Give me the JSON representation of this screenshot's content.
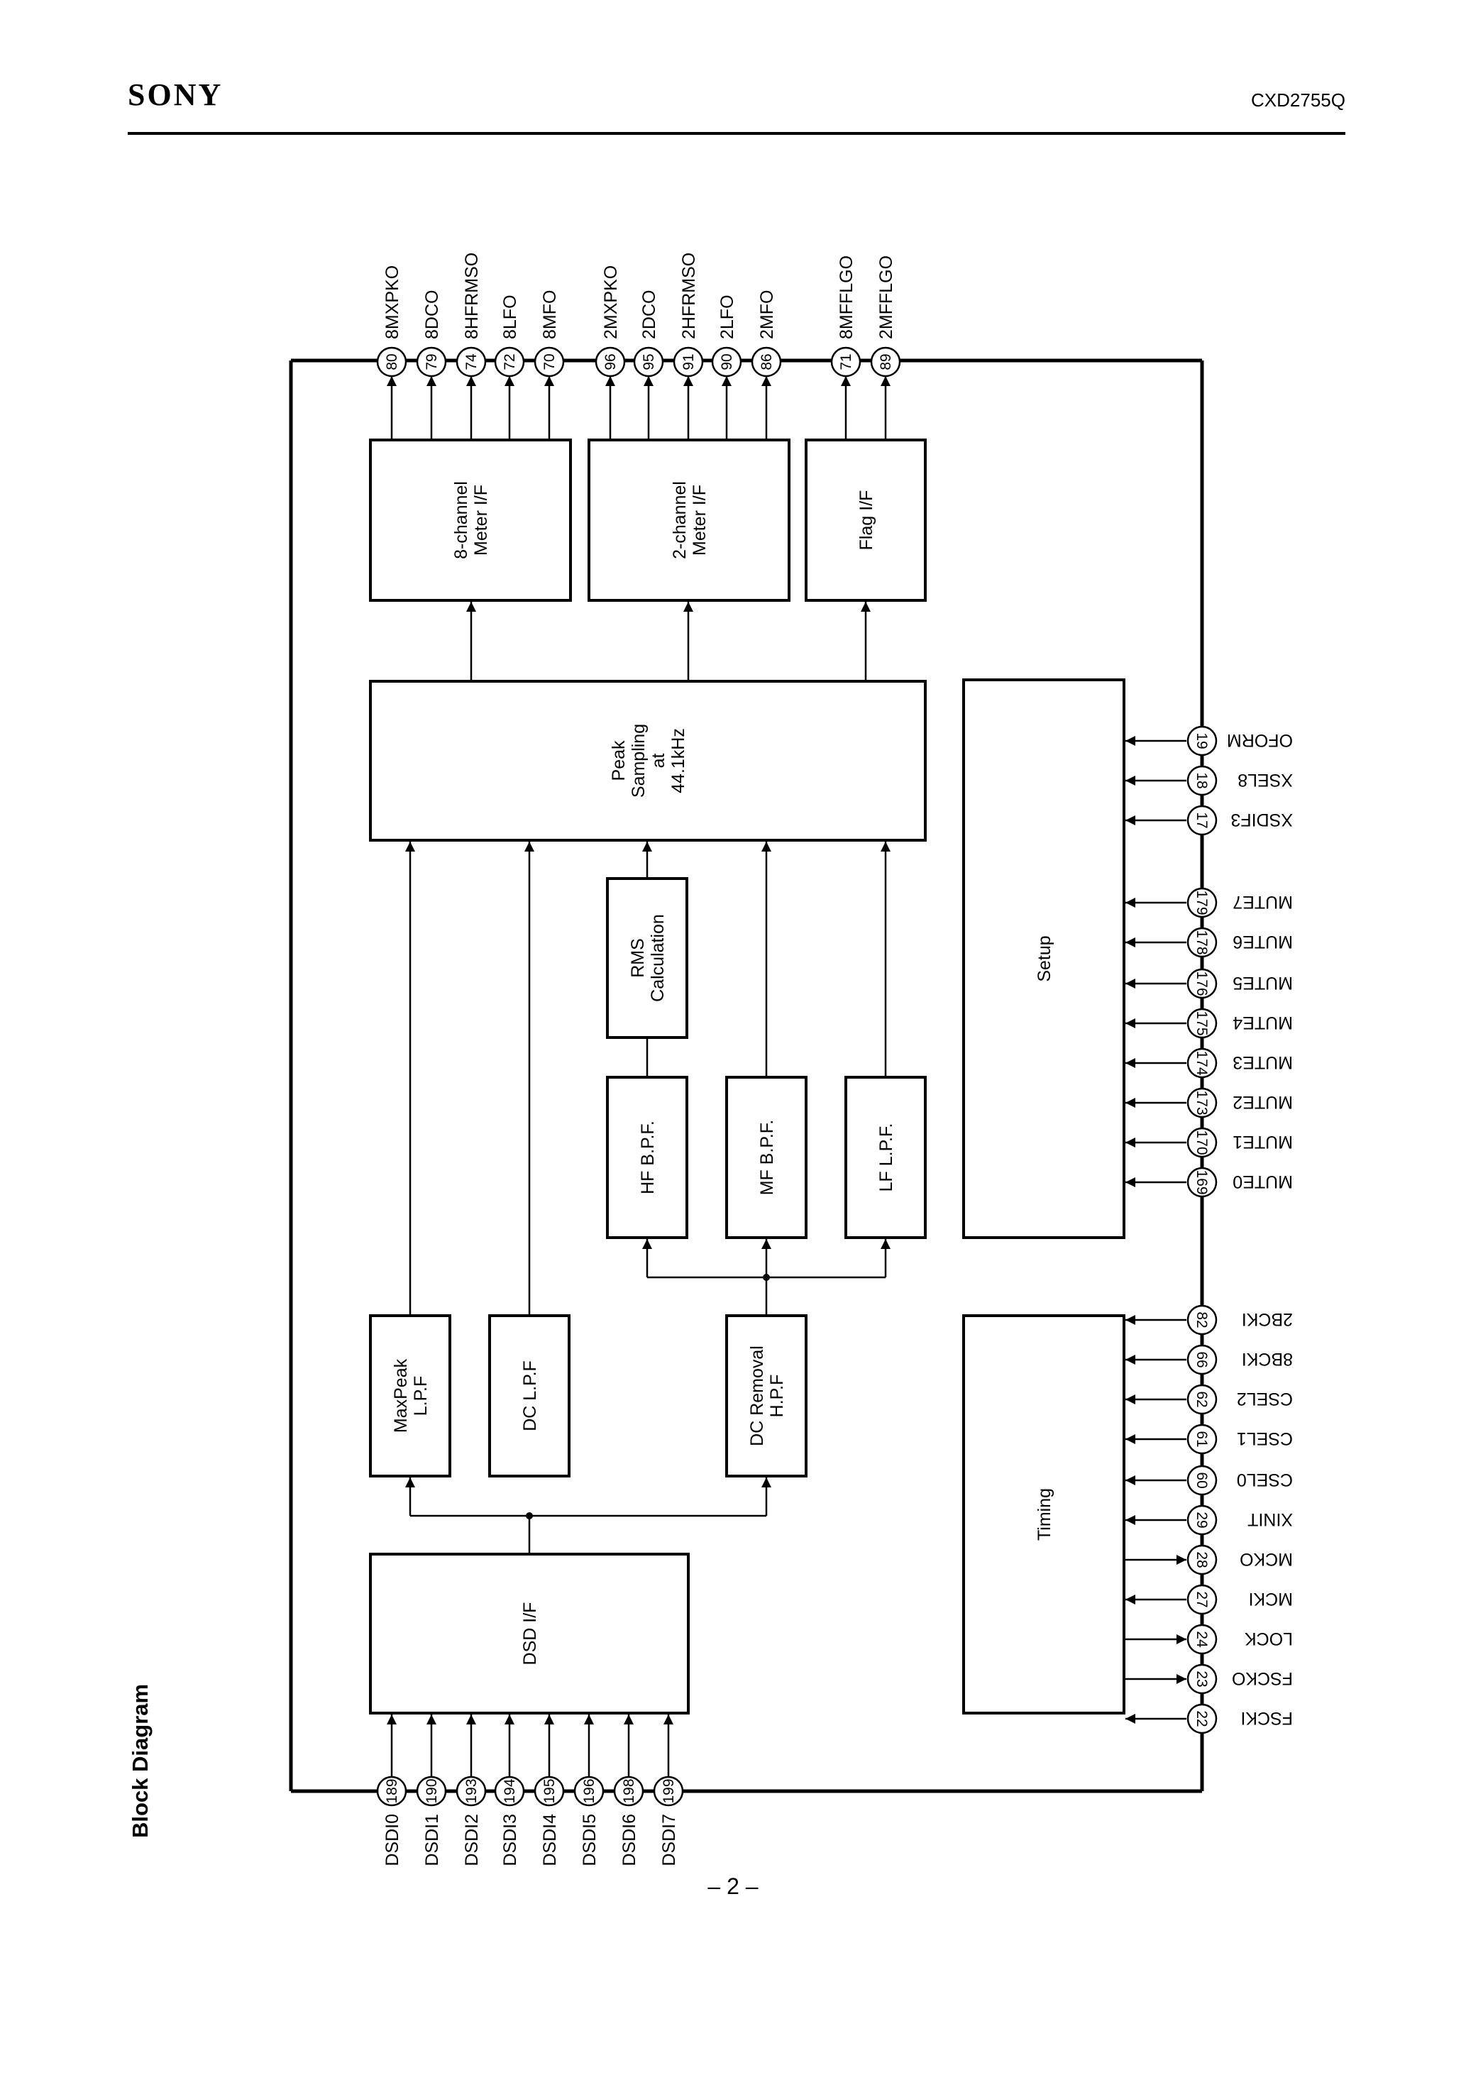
{
  "header": {
    "brand": "SONY",
    "part_number": "CXD2755Q"
  },
  "diagram_title": "Block Diagram",
  "page_number": "– 2 –",
  "blocks": {
    "meter8": [
      "8-channel",
      "Meter I/F"
    ],
    "meter2": [
      "2-channel",
      "Meter I/F"
    ],
    "flag": [
      "Flag I/F"
    ],
    "peak": [
      "Peak",
      "Sampling",
      "at",
      "44.1kHz"
    ],
    "setup": [
      "Setup"
    ],
    "rms": [
      "RMS",
      "Calculation"
    ],
    "hfbpf": [
      "HF B.P.F."
    ],
    "mfbpf": [
      "MF B.P.F."
    ],
    "lflpf": [
      "LF L.P.F."
    ],
    "maxpeak": [
      "MaxPeak",
      "L.P.F"
    ],
    "dclpf": [
      "DC L.P.F"
    ],
    "dcremoval": [
      "DC Removal",
      "H.P.F"
    ],
    "timing": [
      "Timing"
    ],
    "dsdif": [
      "DSD I/F"
    ]
  },
  "pins": {
    "top": [
      {
        "num": "80",
        "name": "8MXPKO"
      },
      {
        "num": "79",
        "name": "8DCO"
      },
      {
        "num": "74",
        "name": "8HFRMSO"
      },
      {
        "num": "72",
        "name": "8LFO"
      },
      {
        "num": "70",
        "name": "8MFO"
      },
      {
        "num": "96",
        "name": "2MXPKO"
      },
      {
        "num": "95",
        "name": "2DCO"
      },
      {
        "num": "91",
        "name": "2HFRMSO"
      },
      {
        "num": "90",
        "name": "2LFO"
      },
      {
        "num": "86",
        "name": "2MFO"
      },
      {
        "num": "71",
        "name": "8MFFLGO"
      },
      {
        "num": "89",
        "name": "2MFFLGO"
      }
    ],
    "bottom": [
      {
        "num": "189",
        "name": "DSDI0"
      },
      {
        "num": "190",
        "name": "DSDI1"
      },
      {
        "num": "193",
        "name": "DSDI2"
      },
      {
        "num": "194",
        "name": "DSDI3"
      },
      {
        "num": "195",
        "name": "DSDI4"
      },
      {
        "num": "196",
        "name": "DSDI5"
      },
      {
        "num": "198",
        "name": "DSDI6"
      },
      {
        "num": "199",
        "name": "DSDI7"
      }
    ],
    "right_setup": [
      {
        "num": "19",
        "name": "OFORM"
      },
      {
        "num": "18",
        "name": "XSEL8"
      },
      {
        "num": "17",
        "name": "XSDIF3"
      },
      {
        "num": "179",
        "name": "MUTE7"
      },
      {
        "num": "178",
        "name": "MUTE6"
      },
      {
        "num": "176",
        "name": "MUTE5"
      },
      {
        "num": "175",
        "name": "MUTE4"
      },
      {
        "num": "174",
        "name": "MUTE3"
      },
      {
        "num": "173",
        "name": "MUTE2"
      },
      {
        "num": "170",
        "name": "MUTE1"
      },
      {
        "num": "169",
        "name": "MUTE0"
      }
    ],
    "right_timing": [
      {
        "num": "82",
        "name": "2BCKI"
      },
      {
        "num": "66",
        "name": "8BCKI"
      },
      {
        "num": "62",
        "name": "CSEL2"
      },
      {
        "num": "61",
        "name": "CSEL1"
      },
      {
        "num": "60",
        "name": "CSEL0"
      },
      {
        "num": "29",
        "name": "XINIT"
      },
      {
        "num": "28",
        "name": "MCKO"
      },
      {
        "num": "27",
        "name": "MCKI"
      },
      {
        "num": "24",
        "name": "LOCK"
      },
      {
        "num": "23",
        "name": "FSCKO"
      },
      {
        "num": "22",
        "name": "FSCKI"
      }
    ]
  }
}
